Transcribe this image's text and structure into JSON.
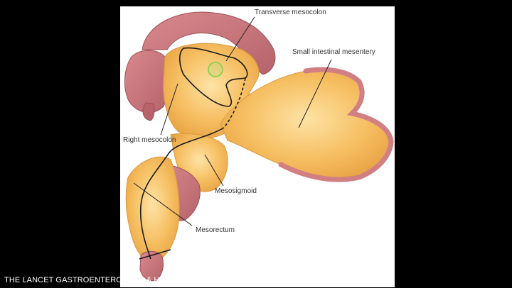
{
  "labels": {
    "transverse_mesocolon": "Transverse mesocolon",
    "small_intestinal_mesentery": "Small intestinal mesentery",
    "right_mesocolon": "Right mesocolon",
    "mesosigmoid": "Mesosigmoid",
    "mesorectum": "Mesorectum"
  },
  "caption": "THE LANCET GASTROENTEROLOGY & HEPATOLOGY",
  "colors": {
    "background": "#000000",
    "panel": "#ffffff",
    "mesentery": "#f2b455",
    "mesentery_light": "#fbd58a",
    "bowel": "#c9757a",
    "bowel_dark": "#a8565c",
    "outline": "#1a1a1a",
    "highlight_circle": "#8fd14f"
  }
}
